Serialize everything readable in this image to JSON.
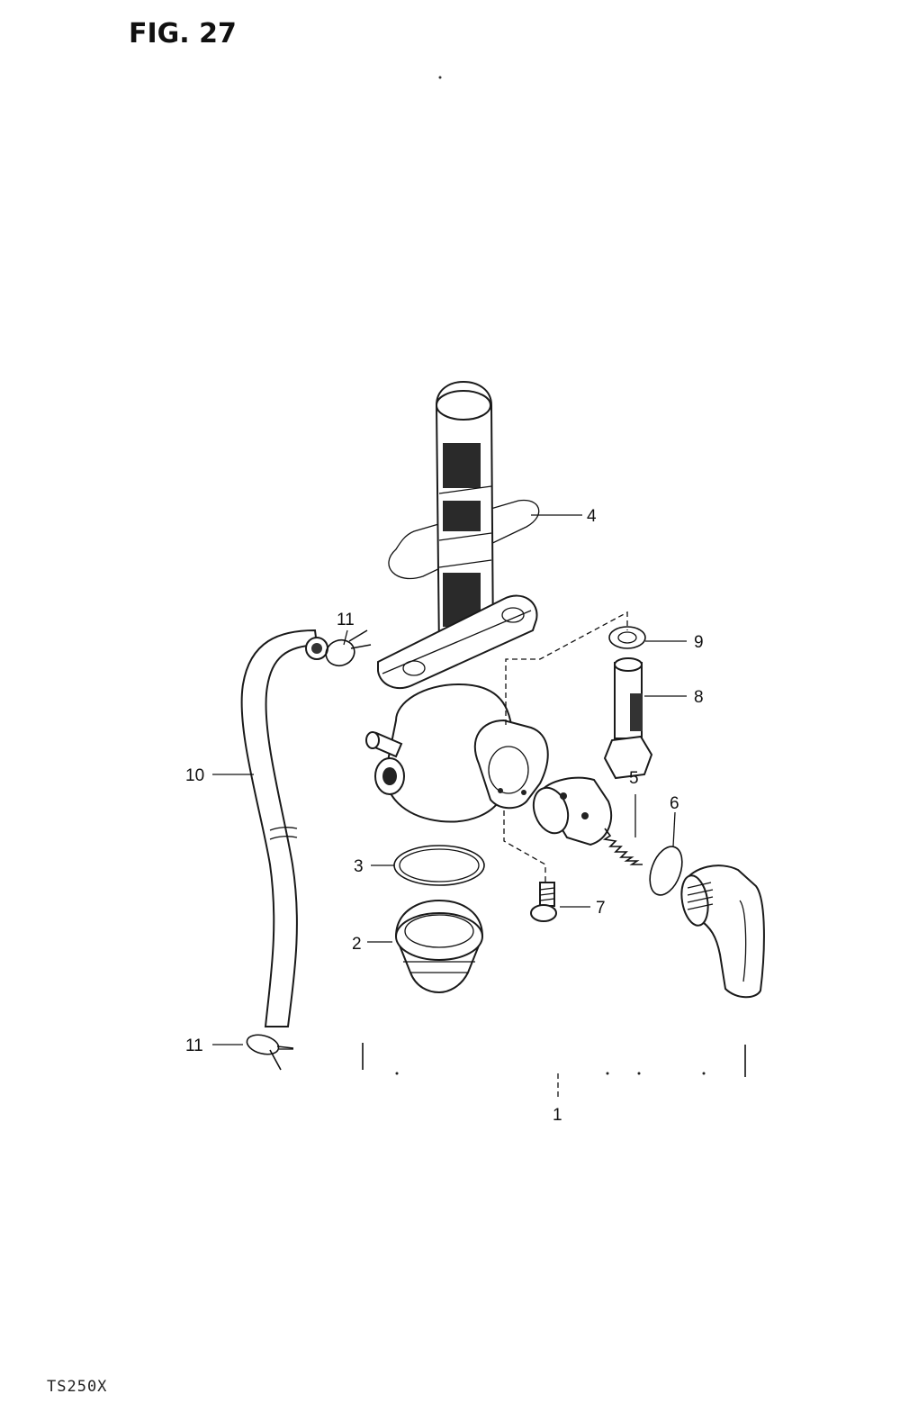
{
  "figure": {
    "title": "FIG. 27",
    "model": "TS250X"
  },
  "callouts": [
    "1",
    "2",
    "3",
    "4",
    "5",
    "6",
    "7",
    "8",
    "9",
    "10",
    "11",
    "11"
  ]
}
